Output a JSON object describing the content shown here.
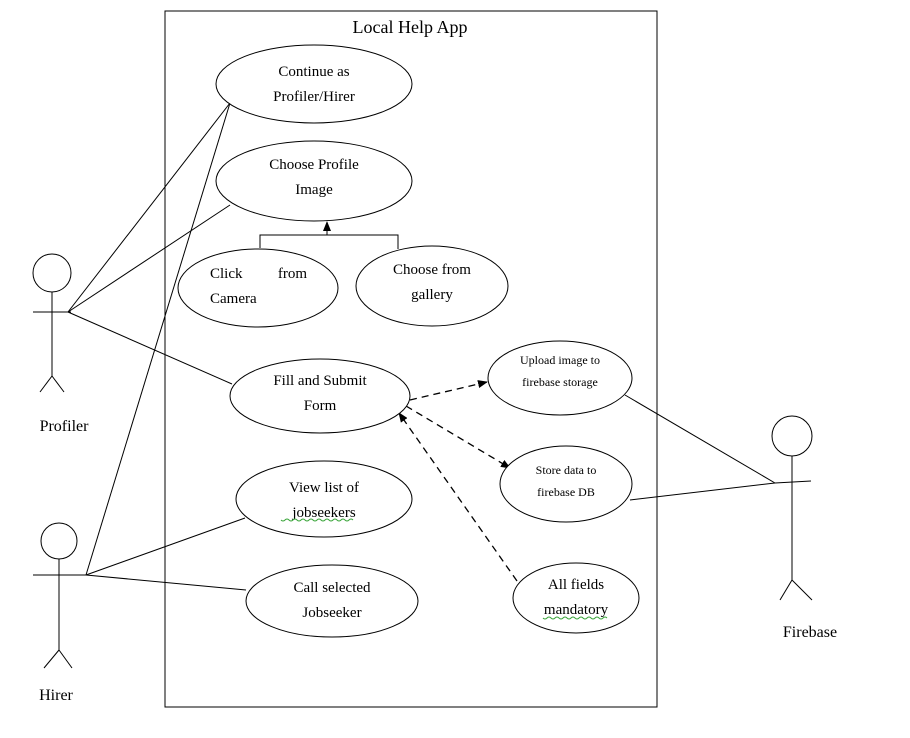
{
  "system": {
    "title": "Local Help App"
  },
  "actors": {
    "profiler": "Profiler",
    "hirer": "Hirer",
    "firebase": "Firebase"
  },
  "use_cases": {
    "continue": [
      "Continue as",
      "Profiler/Hirer"
    ],
    "choose_image": [
      "Choose Profile",
      "Image"
    ],
    "click_camera": [
      "Click",
      "from",
      "Camera"
    ],
    "gallery": [
      "Choose from",
      "gallery"
    ],
    "fill_submit": [
      "Fill and Submit",
      "Form"
    ],
    "upload": [
      "Upload image to",
      "firebase storage"
    ],
    "store": [
      "Store data to",
      "firebase DB"
    ],
    "view_list": [
      "View list of",
      "jobseekers"
    ],
    "call": [
      "Call selected",
      "Jobseeker"
    ],
    "mandatory": [
      "All fields",
      "mandatory"
    ]
  }
}
